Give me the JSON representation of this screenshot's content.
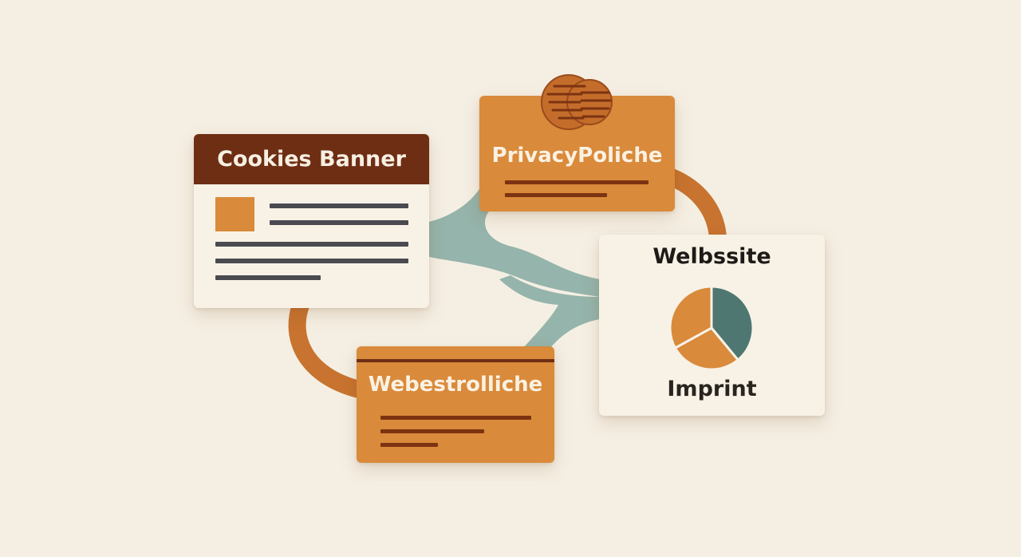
{
  "cards": {
    "cookies_banner": {
      "title": "Cookies Banner"
    },
    "privacy_policy": {
      "title": "PrivacyPoliche"
    },
    "website": {
      "title": "Welbssite",
      "subtitle": "Imprint"
    },
    "webestrolliche": {
      "title": "Webestrolliche"
    }
  },
  "colors": {
    "background": "#f5efe3",
    "dark_brown": "#6e2e14",
    "orange": "#d98a3a",
    "connector_orange": "#c8732f",
    "connector_teal": "#8fb0a8",
    "teal_dark": "#4e7771",
    "text_bar_gray": "#4a4a50"
  },
  "icons": {
    "privacy_badge": "overlapping-circles-stripes-icon",
    "website_chart": "pie-chart-icon",
    "cookies_thumb": "image-placeholder-icon"
  },
  "pie": {
    "slices": [
      {
        "value": 0.39,
        "color": "#4e7771"
      },
      {
        "value": 0.28,
        "color": "#d98a3a"
      },
      {
        "value": 0.33,
        "color": "#d98a3a"
      }
    ]
  }
}
